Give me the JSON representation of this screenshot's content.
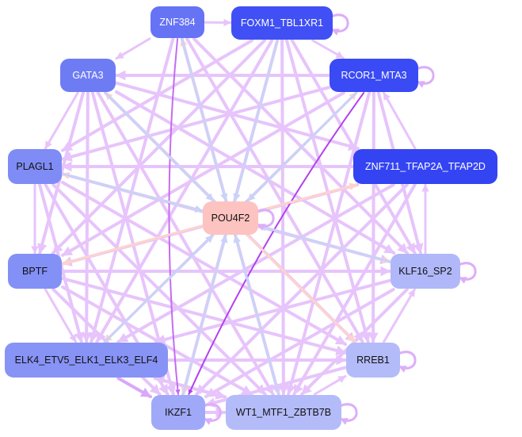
{
  "network": {
    "nodes": [
      {
        "id": "ZNF384",
        "label": "ZNF384",
        "color": "#6673f5",
        "text_color": "#ffffff"
      },
      {
        "id": "FOXM1_TBL1XR1",
        "label": "FOXM1_TBL1XR1",
        "color": "#4050f4",
        "text_color": "#ffffff",
        "self_loop": true
      },
      {
        "id": "GATA3",
        "label": "GATA3",
        "color": "#6e7cf4",
        "text_color": "#ffffff"
      },
      {
        "id": "RCOR1_MTA3",
        "label": "RCOR1_MTA3",
        "color": "#3a4af5",
        "text_color": "#ffffff",
        "self_loop": true
      },
      {
        "id": "PLAGL1",
        "label": "PLAGL1",
        "color": "#7f8cf5",
        "text_color": "#111111"
      },
      {
        "id": "ZNF711_TFAP2A_TFAP2D",
        "label": "ZNF711_TFAP2A_TFAP2D",
        "color": "#3444f3",
        "text_color": "#ffffff"
      },
      {
        "id": "POU4F2",
        "label": "POU4F2",
        "color": "#fcc3c0",
        "text_color": "#111111",
        "self_loop": true
      },
      {
        "id": "BPTF",
        "label": "BPTF",
        "color": "#8390f6",
        "text_color": "#111111"
      },
      {
        "id": "KLF16_SP2",
        "label": "KLF16_SP2",
        "color": "#b0b8f9",
        "text_color": "#111111",
        "self_loop": true
      },
      {
        "id": "ELK4_ETV5_ELK1_ELK3_ELF4",
        "label": "ELK4_ETV5_ELK1_ELK3_ELF4",
        "color": "#8893f6",
        "text_color": "#111111"
      },
      {
        "id": "RREB1",
        "label": "RREB1",
        "color": "#b3bbf9",
        "text_color": "#111111",
        "self_loop": true
      },
      {
        "id": "IKZF1",
        "label": "IKZF1",
        "color": "#a0a9f8",
        "text_color": "#111111",
        "self_loop": true
      },
      {
        "id": "WT1_MTF1_ZBTB7B",
        "label": "WT1_MTF1_ZBTB7B",
        "color": "#b4bbf9",
        "text_color": "#111111",
        "self_loop": true
      }
    ],
    "edges": [
      {
        "source": "ZNF384",
        "target": "GATA3",
        "color": "#e7c4fb",
        "width": 3
      },
      {
        "source": "ZNF384",
        "target": "FOXM1_TBL1XR1",
        "color": "#e7c4fb",
        "width": 3
      },
      {
        "source": "FOXM1_TBL1XR1",
        "target": "RCOR1_MTA3",
        "color": "#e7c4fb",
        "width": 3
      },
      {
        "source": "RCOR1_MTA3",
        "target": "GATA3",
        "color": "#e7c4fb",
        "width": 4
      },
      {
        "source": "GATA3",
        "target": "PLAGL1",
        "color": "#e7c4fb",
        "width": 3
      },
      {
        "source": "PLAGL1",
        "target": "BPTF",
        "color": "#e7c4fb",
        "width": 3
      },
      {
        "source": "BPTF",
        "target": "ELK4_ETV5_ELK1_ELK3_ELF4",
        "color": "#e7c4fb",
        "width": 3
      },
      {
        "source": "ELK4_ETV5_ELK1_ELK3_ELF4",
        "target": "IKZF1",
        "color": "#d9a8f8",
        "width": 4
      },
      {
        "source": "IKZF1",
        "target": "WT1_MTF1_ZBTB7B",
        "color": "#e7c4fb",
        "width": 4
      },
      {
        "source": "WT1_MTF1_ZBTB7B",
        "target": "RREB1",
        "color": "#e7c4fb",
        "width": 3
      },
      {
        "source": "RREB1",
        "target": "KLF16_SP2",
        "color": "#e7c4fb",
        "width": 3
      },
      {
        "source": "KLF16_SP2",
        "target": "ZNF711_TFAP2A_TFAP2D",
        "color": "#e7c4fb",
        "width": 3
      },
      {
        "source": "ZNF711_TFAP2A_TFAP2D",
        "target": "RCOR1_MTA3",
        "color": "#e7c4fb",
        "width": 3
      },
      {
        "source": "ZNF384",
        "target": "ELK4_ETV5_ELK1_ELK3_ELF4",
        "color": "#e7c4fb",
        "width": 4
      },
      {
        "source": "ZNF384",
        "target": "KLF16_SP2",
        "color": "#e7c4fb",
        "width": 4
      },
      {
        "source": "ZNF384",
        "target": "IKZF1",
        "color": "#c46cf2",
        "width": 2
      },
      {
        "source": "ZNF384",
        "target": "RREB1",
        "color": "#e7c4fb",
        "width": 4
      },
      {
        "source": "FOXM1_TBL1XR1",
        "target": "BPTF",
        "color": "#e7c4fb",
        "width": 4
      },
      {
        "source": "FOXM1_TBL1XR1",
        "target": "ELK4_ETV5_ELK1_ELK3_ELF4",
        "color": "#e7c4fb",
        "width": 4
      },
      {
        "source": "FOXM1_TBL1XR1",
        "target": "RREB1",
        "color": "#e7c4fb",
        "width": 4
      },
      {
        "source": "FOXM1_TBL1XR1",
        "target": "PLAGL1",
        "color": "#e7c4fb",
        "width": 4
      },
      {
        "source": "GATA3",
        "target": "KLF16_SP2",
        "color": "#e7c4fb",
        "width": 4
      },
      {
        "source": "GATA3",
        "target": "RREB1",
        "color": "#e7c4fb",
        "width": 4
      },
      {
        "source": "GATA3",
        "target": "WT1_MTF1_ZBTB7B",
        "color": "#e7c4fb",
        "width": 4
      },
      {
        "source": "GATA3",
        "target": "ZNF711_TFAP2A_TFAP2D",
        "color": "#e7c4fb",
        "width": 4
      },
      {
        "source": "GATA3",
        "target": "ELK4_ETV5_ELK1_ELK3_ELF4",
        "color": "#e7c4fb",
        "width": 4
      },
      {
        "source": "GATA3",
        "target": "BPTF",
        "color": "#e7c4fb",
        "width": 4
      },
      {
        "source": "RCOR1_MTA3",
        "target": "BPTF",
        "color": "#e7c4fb",
        "width": 4
      },
      {
        "source": "RCOR1_MTA3",
        "target": "PLAGL1",
        "color": "#e7c4fb",
        "width": 4
      },
      {
        "source": "RCOR1_MTA3",
        "target": "ELK4_ETV5_ELK1_ELK3_ELF4",
        "color": "#d9a8f8",
        "width": 3
      },
      {
        "source": "RCOR1_MTA3",
        "target": "IKZF1",
        "color": "#b340ee",
        "width": 2
      },
      {
        "source": "RCOR1_MTA3",
        "target": "RREB1",
        "color": "#e7c4fb",
        "width": 4
      },
      {
        "source": "ZNF711_TFAP2A_TFAP2D",
        "target": "WT1_MTF1_ZBTB7B",
        "color": "#e7c4fb",
        "width": 4
      },
      {
        "source": "ZNF711_TFAP2A_TFAP2D",
        "target": "PLAGL1",
        "color": "#e7c4fb",
        "width": 4
      },
      {
        "source": "ZNF711_TFAP2A_TFAP2D",
        "target": "BPTF",
        "color": "#e7c4fb",
        "width": 4
      },
      {
        "source": "ZNF711_TFAP2A_TFAP2D",
        "target": "ELK4_ETV5_ELK1_ELK3_ELF4",
        "color": "#e7c4fb",
        "width": 4
      },
      {
        "source": "ZNF711_TFAP2A_TFAP2D",
        "target": "IKZF1",
        "color": "#e7c4fb",
        "width": 4
      },
      {
        "source": "PLAGL1",
        "target": "KLF16_SP2",
        "color": "#e7c4fb",
        "width": 4
      },
      {
        "source": "PLAGL1",
        "target": "RREB1",
        "color": "#e7c4fb",
        "width": 4
      },
      {
        "source": "PLAGL1",
        "target": "WT1_MTF1_ZBTB7B",
        "color": "#e7c4fb",
        "width": 4
      },
      {
        "source": "PLAGL1",
        "target": "IKZF1",
        "color": "#e7c4fb",
        "width": 4
      },
      {
        "source": "PLAGL1",
        "target": "ELK4_ETV5_ELK1_ELK3_ELF4",
        "color": "#e7c4fb",
        "width": 4
      },
      {
        "source": "BPTF",
        "target": "KLF16_SP2",
        "color": "#e7c4fb",
        "width": 4
      },
      {
        "source": "BPTF",
        "target": "RREB1",
        "color": "#e7c4fb",
        "width": 4
      },
      {
        "source": "BPTF",
        "target": "WT1_MTF1_ZBTB7B",
        "color": "#e7c4fb",
        "width": 4
      },
      {
        "source": "BPTF",
        "target": "IKZF1",
        "color": "#e7c4fb",
        "width": 4
      },
      {
        "source": "KLF16_SP2",
        "target": "ELK4_ETV5_ELK1_ELK3_ELF4",
        "color": "#e7c4fb",
        "width": 4
      },
      {
        "source": "KLF16_SP2",
        "target": "WT1_MTF1_ZBTB7B",
        "color": "#e7c4fb",
        "width": 4
      },
      {
        "source": "KLF16_SP2",
        "target": "IKZF1",
        "color": "#e7c4fb",
        "width": 4
      },
      {
        "source": "ELK4_ETV5_ELK1_ELK3_ELF4",
        "target": "RREB1",
        "color": "#e7c4fb",
        "width": 4
      },
      {
        "source": "ELK4_ETV5_ELK1_ELK3_ELF4",
        "target": "WT1_MTF1_ZBTB7B",
        "color": "#e7c4fb",
        "width": 4
      },
      {
        "source": "RREB1",
        "target": "IKZF1",
        "color": "#e7c4fb",
        "width": 4
      },
      {
        "source": "ZNF384",
        "target": "WT1_MTF1_ZBTB7B",
        "color": "#e7c4fb",
        "width": 4
      },
      {
        "source": "FOXM1_TBL1XR1",
        "target": "WT1_MTF1_ZBTB7B",
        "color": "#e7c4fb",
        "width": 4
      },
      {
        "source": "FOXM1_TBL1XR1",
        "target": "IKZF1",
        "color": "#e7c4fb",
        "width": 4
      },
      {
        "source": "FOXM1_TBL1XR1",
        "target": "KLF16_SP2",
        "color": "#e7c4fb",
        "width": 4
      },
      {
        "source": "GATA3",
        "target": "IKZF1",
        "color": "#e7c4fb",
        "width": 4
      },
      {
        "source": "RCOR1_MTA3",
        "target": "WT1_MTF1_ZBTB7B",
        "color": "#e7c4fb",
        "width": 4
      },
      {
        "source": "RCOR1_MTA3",
        "target": "KLF16_SP2",
        "color": "#e7c4fb",
        "width": 4
      },
      {
        "source": "WT1_MTF1_ZBTB7B",
        "target": "ELK4_ETV5_ELK1_ELK3_ELF4",
        "color": "#e7c4fb",
        "width": 4
      },
      {
        "source": "POU4F2",
        "target": "GATA3",
        "color": "#fdd3cc",
        "width": 3
      },
      {
        "source": "POU4F2",
        "target": "PLAGL1",
        "color": "#fdd3cc",
        "width": 3
      },
      {
        "source": "POU4F2",
        "target": "BPTF",
        "color": "#fdd3cc",
        "width": 3
      },
      {
        "source": "POU4F2",
        "target": "KLF16_SP2",
        "color": "#fdd3cc",
        "width": 3
      },
      {
        "source": "POU4F2",
        "target": "RREB1",
        "color": "#fdd3cc",
        "width": 3
      },
      {
        "source": "POU4F2",
        "target": "ZNF711_TFAP2A_TFAP2D",
        "color": "#fdd3cc",
        "width": 3
      },
      {
        "source": "POU4F2",
        "target": "ZNF384",
        "color": "#fdd3cc",
        "width": 3
      },
      {
        "source": "POU4F2",
        "target": "RCOR1_MTA3",
        "color": "#fdd3cc",
        "width": 3
      },
      {
        "source": "POU4F2",
        "target": "ELK4_ETV5_ELK1_ELK3_ELF4",
        "color": "#fdd3cc",
        "width": 3
      },
      {
        "source": "POU4F2",
        "target": "IKZF1",
        "color": "#fdd3cc",
        "width": 3
      },
      {
        "source": "FOXM1_TBL1XR1",
        "target": "POU4F2",
        "color": "#c9d3f7",
        "width": 3
      },
      {
        "source": "RCOR1_MTA3",
        "target": "POU4F2",
        "color": "#c9d3f7",
        "width": 3
      },
      {
        "source": "ELK4_ETV5_ELK1_ELK3_ELF4",
        "target": "POU4F2",
        "color": "#c9d3f7",
        "width": 3
      },
      {
        "source": "WT1_MTF1_ZBTB7B",
        "target": "POU4F2",
        "color": "#c9d3f7",
        "width": 3
      },
      {
        "source": "IKZF1",
        "target": "POU4F2",
        "color": "#c9d3f7",
        "width": 3
      },
      {
        "source": "KLF16_SP2",
        "target": "POU4F2",
        "color": "#c9d3f7",
        "width": 3
      },
      {
        "source": "GATA3",
        "target": "POU4F2",
        "color": "#c9d3f7",
        "width": 3
      },
      {
        "source": "PLAGL1",
        "target": "POU4F2",
        "color": "#c9d3f7",
        "width": 3
      },
      {
        "source": "ZNF384",
        "target": "POU4F2",
        "color": "#c9d3f7",
        "width": 3
      }
    ]
  }
}
